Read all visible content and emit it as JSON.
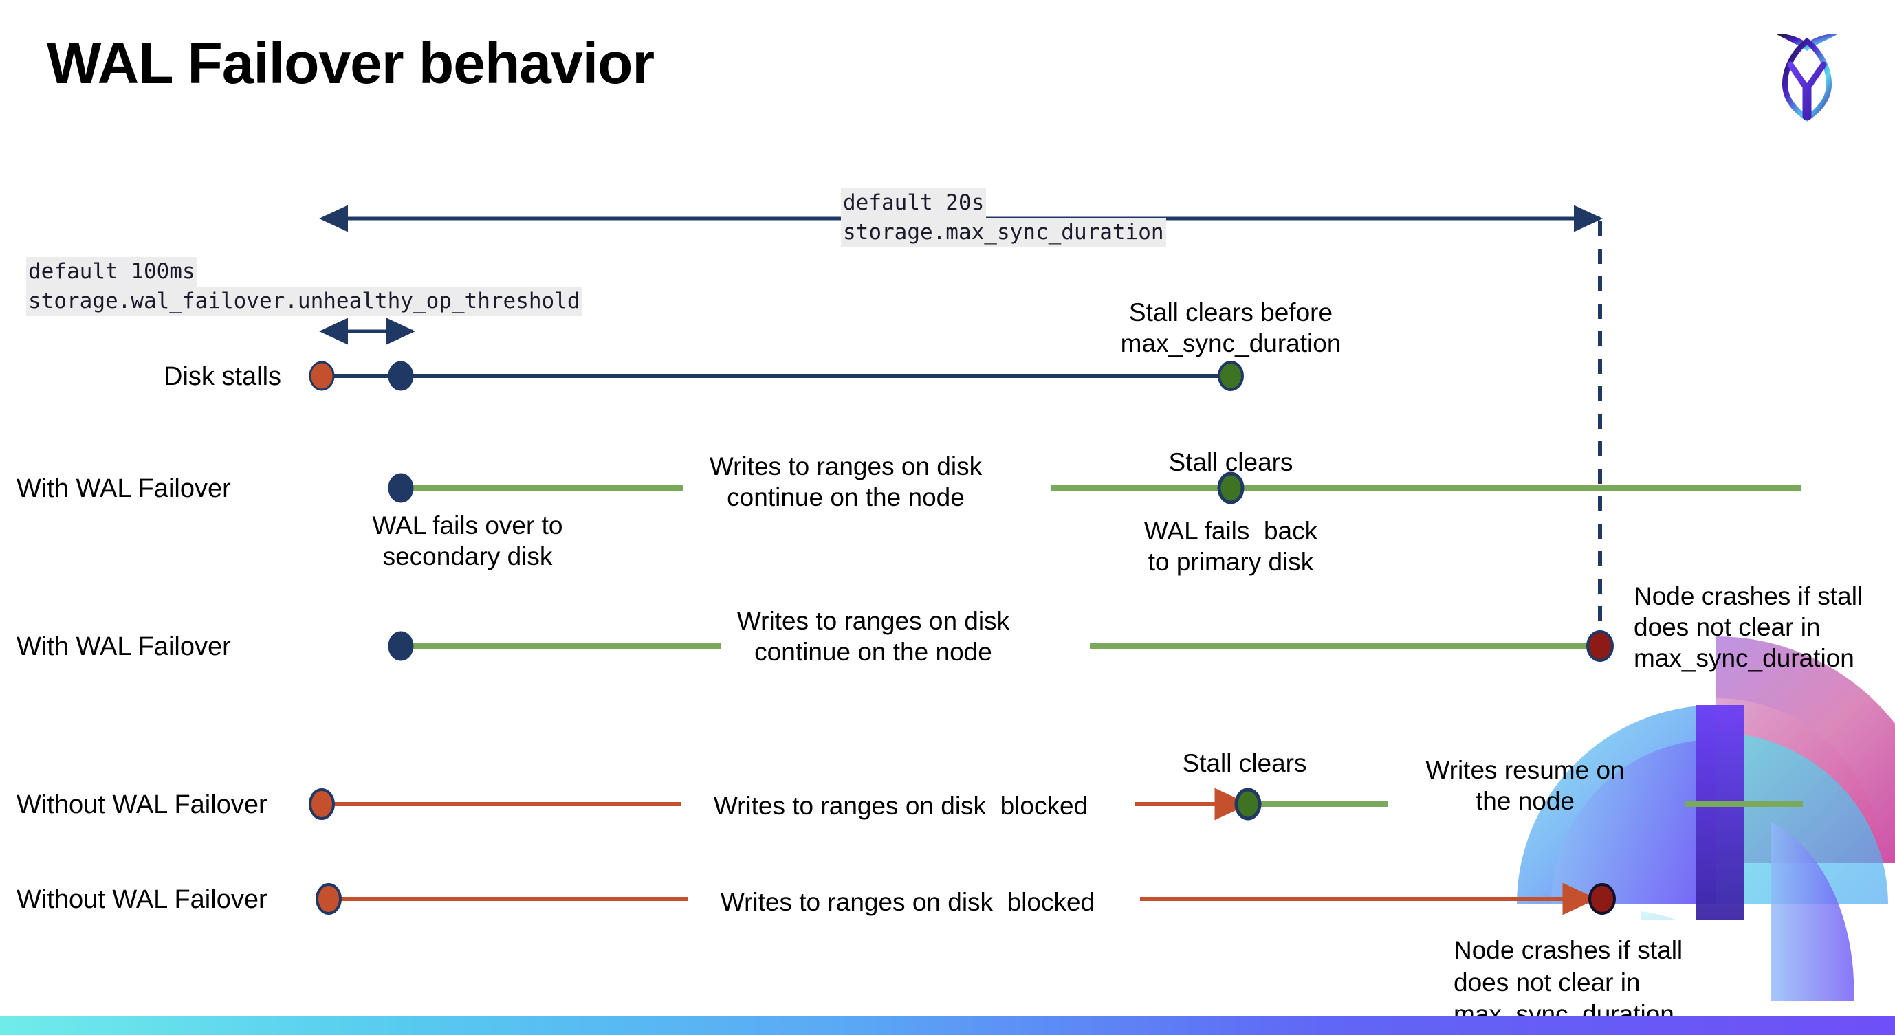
{
  "slide": {
    "title": "WAL Failover behavior",
    "logo_icon": "cockroach-labs-logo"
  },
  "annotations": {
    "max_sync": {
      "default": "default 20s",
      "setting": "storage.max_sync_duration"
    },
    "unhealthy_op": {
      "default": "default 100ms",
      "setting": "storage.wal_failover.unhealthy_op_threshold"
    }
  },
  "rows": [
    {
      "id": "disk-stalls",
      "name": "Disk stalls",
      "notes": [
        {
          "id": "stall-clears-before",
          "text": "Stall clears before\nmax_sync_duration"
        }
      ]
    },
    {
      "id": "with-wal-failover-1",
      "name": "With WAL Failover",
      "notes": [
        {
          "id": "writes-continue-1",
          "text": "Writes to ranges on disk\ncontinue on the node"
        },
        {
          "id": "stall-clears-1",
          "text": "Stall clears"
        },
        {
          "id": "wal-fails-over",
          "text": "WAL fails over to\nsecondary disk"
        },
        {
          "id": "wal-fails-back",
          "text": "WAL fails  back\nto primary disk"
        }
      ]
    },
    {
      "id": "with-wal-failover-2",
      "name": "With WAL Failover",
      "notes": [
        {
          "id": "writes-continue-2",
          "text": "Writes to ranges on disk\ncontinue on the node"
        },
        {
          "id": "node-crashes-1",
          "text": "Node crashes if stall\ndoes not clear in\nmax_sync_duration"
        }
      ]
    },
    {
      "id": "without-wal-failover-1",
      "name": "Without WAL Failover",
      "notes": [
        {
          "id": "writes-blocked-1",
          "text": "Writes to ranges on disk  blocked"
        },
        {
          "id": "stall-clears-2",
          "text": "Stall clears"
        },
        {
          "id": "writes-resume",
          "text": "Writes resume on\nthe node"
        }
      ]
    },
    {
      "id": "without-wal-failover-2",
      "name": "Without WAL Failover",
      "notes": [
        {
          "id": "writes-blocked-2",
          "text": "Writes to ranges on disk  blocked"
        },
        {
          "id": "node-crashes-2",
          "text": "Node crashes if stall\ndoes not clear in\nmax_sync_duration"
        }
      ]
    }
  ],
  "colors": {
    "navy": "#1f3864",
    "orange": "#c5502e",
    "green_dot": "#3f7324",
    "green_line": "#7aa95c",
    "dark_red": "#8c1b17",
    "code_bg": "#ececec"
  }
}
